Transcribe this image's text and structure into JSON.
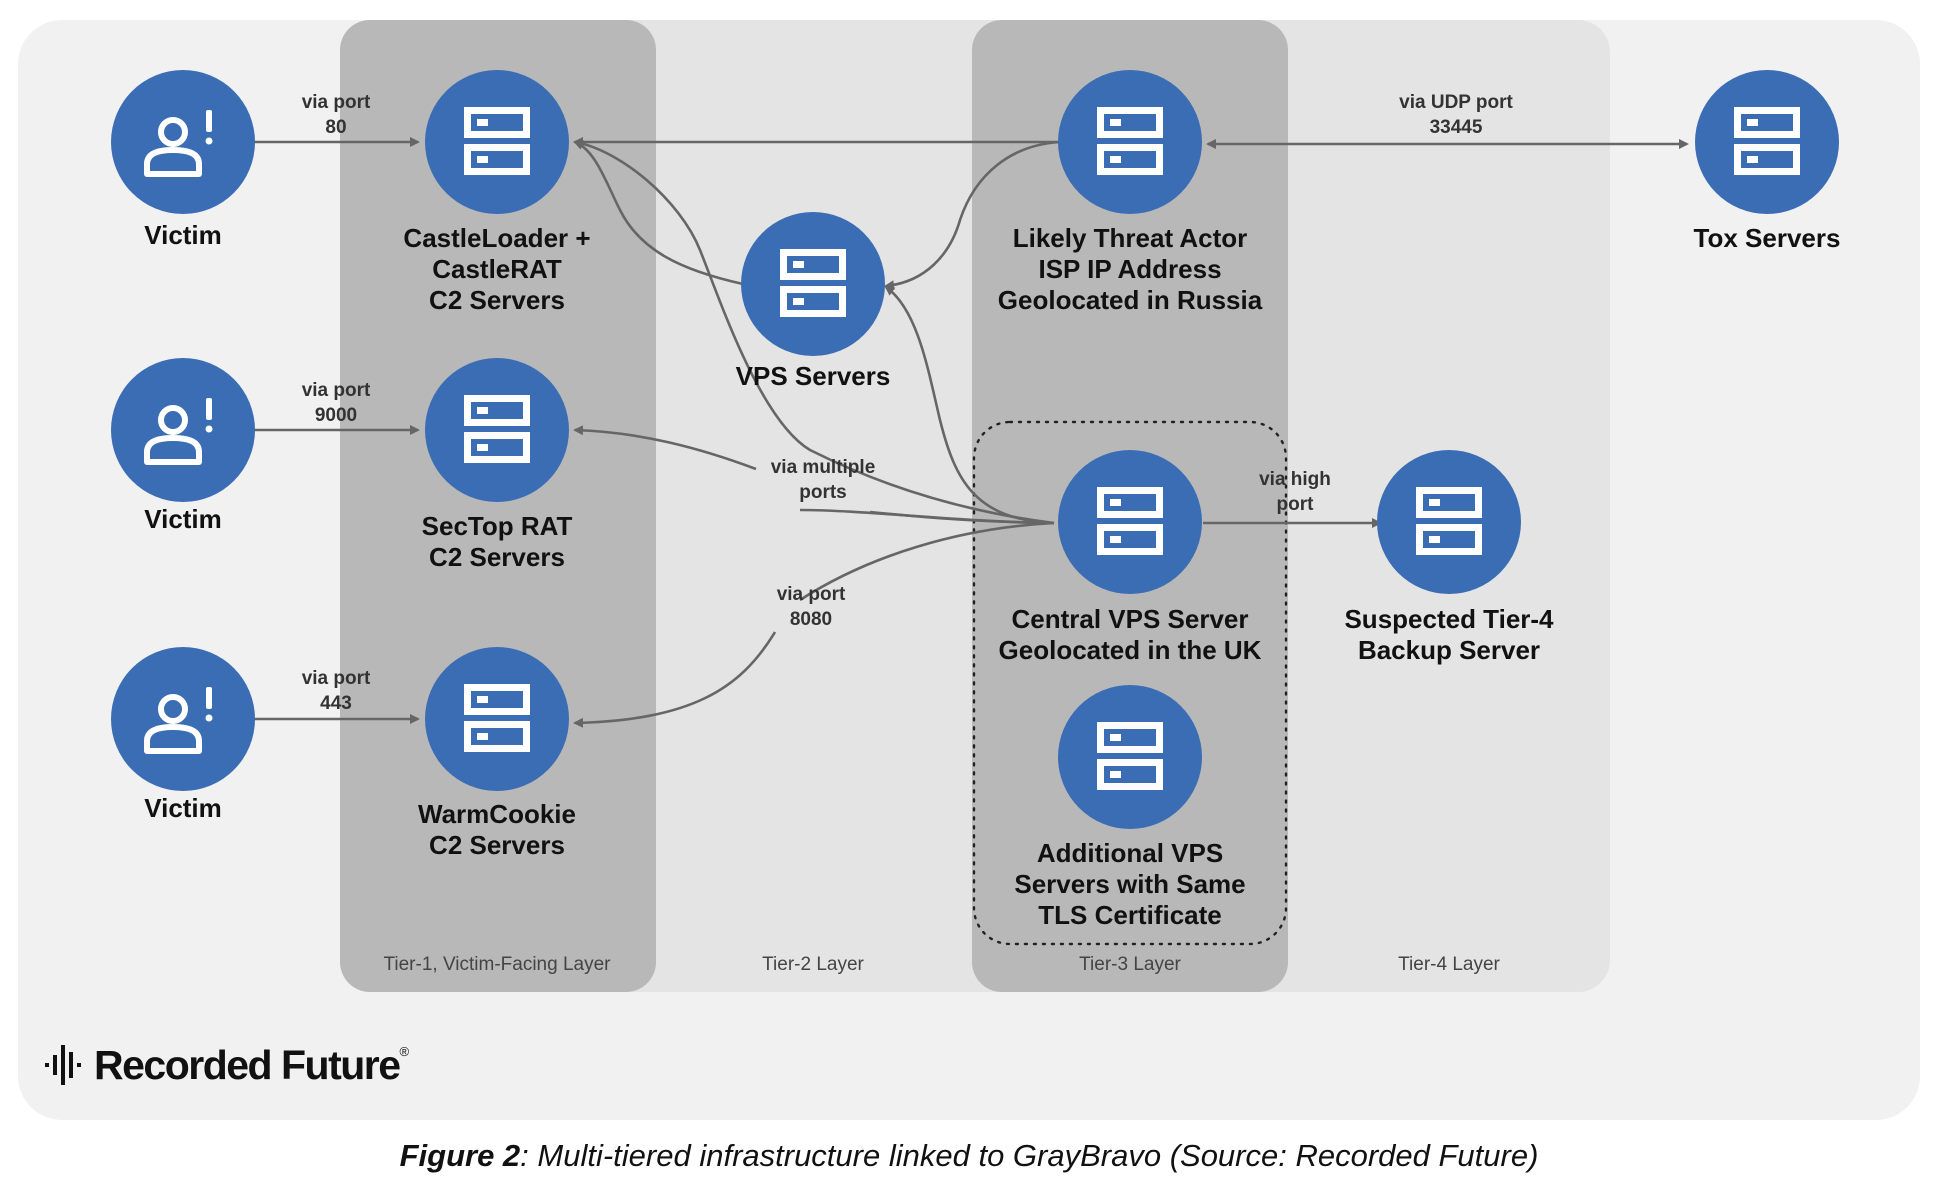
{
  "layers": {
    "tier1": "Tier-1, Victim-Facing Layer",
    "tier2": "Tier-2 Layer",
    "tier3": "Tier-3 Layer",
    "tier4": "Tier-4 Layer"
  },
  "nodes": {
    "victim1": [
      "Victim"
    ],
    "victim2": [
      "Victim"
    ],
    "victim3": [
      "Victim"
    ],
    "castle": [
      "CastleLoader +",
      "CastleRAT",
      "C2 Servers"
    ],
    "sectop": [
      "SecTop RAT",
      "C2 Servers"
    ],
    "warmcookie": [
      "WarmCookie",
      "C2 Servers"
    ],
    "vps": [
      "VPS Servers"
    ],
    "threat": [
      "Likely Threat Actor",
      "ISP IP Address",
      "Geolocated in Russia"
    ],
    "central": [
      "Central VPS Server",
      "Geolocated in the UK"
    ],
    "additional": [
      "Additional VPS",
      "Servers with Same",
      "TLS Certificate"
    ],
    "backup": [
      "Suspected Tier-4",
      "Backup Server"
    ],
    "tox": [
      "Tox Servers"
    ]
  },
  "edge_labels": {
    "port80": [
      "via port",
      "80"
    ],
    "port9000": [
      "via port",
      "9000"
    ],
    "port443": [
      "via port",
      "443"
    ],
    "udp": [
      "via UDP port",
      "33445"
    ],
    "multiple": [
      "via multiple",
      "ports"
    ],
    "port8080": [
      "via port",
      "8080"
    ],
    "highport": [
      "via high",
      "port"
    ]
  },
  "logo": {
    "text": "Recorded Future",
    "mark": "®"
  },
  "caption": {
    "bold": "Figure 2",
    "rest": ": Multi-tiered infrastructure linked to GrayBravo (Source: Recorded Future)"
  },
  "colors": {
    "node_fill": "#3b6db4",
    "background": "#f1f1f1",
    "tier2_4_band": "#e4e4e4",
    "tier1_3_band": "#b8b8b8",
    "arrow": "#666666"
  }
}
